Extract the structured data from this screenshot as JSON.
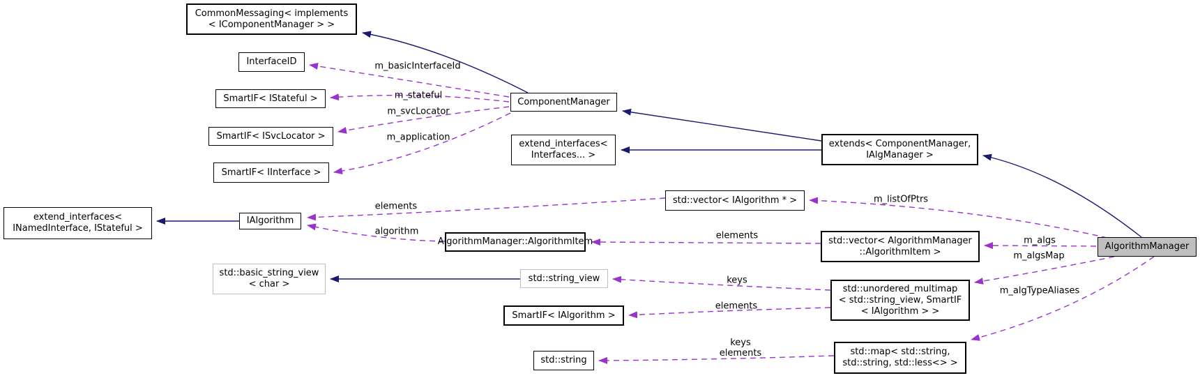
{
  "diagram": {
    "type": "class-collaboration-graph",
    "colors": {
      "inheritance_edge": "#191970",
      "usage_edge": "#9a32cd",
      "node_border": "#000000",
      "external_node_border": "#bfbfbf",
      "highlight_node_fill": "#bfbfbf",
      "background": "#ffffff"
    }
  },
  "nodes": {
    "common_messaging": {
      "label": "CommonMessaging< implements\n< IComponentManager > >"
    },
    "interface_id": {
      "label": "InterfaceID"
    },
    "smartif_istateful": {
      "label": "SmartIF< IStateful >"
    },
    "smartif_isvclocator": {
      "label": "SmartIF< ISvcLocator >"
    },
    "smartif_iinterface": {
      "label": "SmartIF< IInterface >"
    },
    "component_manager": {
      "label": "ComponentManager"
    },
    "extend_interfaces_variadic": {
      "label": "extend_interfaces<\nInterfaces... >"
    },
    "extends_component_manager": {
      "label": "extends< ComponentManager,\nIAlgManager >"
    },
    "extend_interfaces_named": {
      "label": "extend_interfaces<\nINamedInterface, IStateful >"
    },
    "ialgorithm": {
      "label": "IAlgorithm"
    },
    "vector_ialgorithm_ptr": {
      "label": "std::vector< IAlgorithm * >"
    },
    "algorithm_item": {
      "label": "AlgorithmManager::AlgorithmItem"
    },
    "vector_algorithm_item": {
      "label": "std::vector< AlgorithmManager\n::AlgorithmItem >"
    },
    "basic_string_view": {
      "label": "std::basic_string_view\n< char >"
    },
    "string_view": {
      "label": "std::string_view"
    },
    "smartif_ialgorithm": {
      "label": "SmartIF< IAlgorithm >"
    },
    "unordered_multimap": {
      "label": "std::unordered_multimap\n< std::string_view, SmartIF\n< IAlgorithm > >"
    },
    "std_string": {
      "label": "std::string"
    },
    "std_map": {
      "label": "std::map< std::string,\nstd::string, std::less<> >"
    },
    "algorithm_manager": {
      "label": "AlgorithmManager"
    }
  },
  "edge_labels": {
    "m_basicInterfaceId": "m_basicInterfaceId",
    "m_stateful": "m_stateful",
    "m_svcLocator": "m_svcLocator",
    "m_application": "m_application",
    "elements_top": "elements",
    "algorithm": "algorithm",
    "m_listOfPtrs": "m_listOfPtrs",
    "elements_mid": "elements",
    "m_algs": "m_algs",
    "m_algsMap": "m_algsMap",
    "keys_mid": "keys",
    "elements_low": "elements",
    "m_algTypeAliases": "m_algTypeAliases",
    "keys_elements_bottom": "keys\nelements"
  }
}
